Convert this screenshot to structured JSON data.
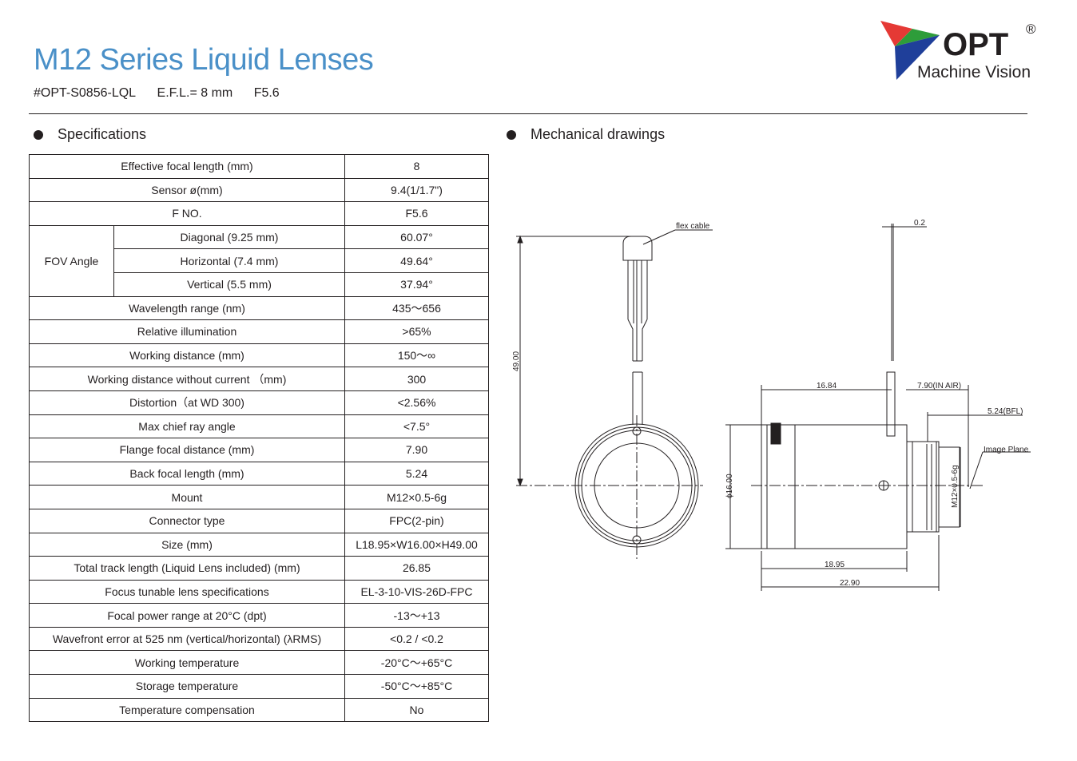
{
  "header": {
    "title": "M12 Series Liquid Lenses",
    "model": "#OPT-S0856-LQL",
    "efl": "E.F.L.= 8  mm",
    "fnum": "F5.6"
  },
  "logo": {
    "brand": "OPT",
    "registered": "®",
    "tagline": "Machine Vision",
    "colors": {
      "red": "#e53935",
      "green": "#2e9d3a",
      "blue": "#1f3f9a",
      "text": "#231f20"
    }
  },
  "sections": {
    "specs": "Specifications",
    "drawings": "Mechanical drawings"
  },
  "specs": {
    "fov_label": "FOV Angle",
    "rows_top": [
      {
        "label": "Effective focal length (mm)",
        "value": "8"
      },
      {
        "label": "Sensor ø(mm)",
        "value": "9.4(1/1.7\")"
      },
      {
        "label": "F NO.",
        "value": "F5.6"
      }
    ],
    "fov": [
      {
        "label": "Diagonal (9.25 mm)",
        "value": "60.07°"
      },
      {
        "label": "Horizontal (7.4 mm)",
        "value": "49.64°"
      },
      {
        "label": "Vertical (5.5 mm)",
        "value": "37.94°"
      }
    ],
    "rows_bottom": [
      {
        "label": "Wavelength range (nm)",
        "value": "435～656"
      },
      {
        "label": "Relative illumination",
        "value": ">65%"
      },
      {
        "label": "Working distance (mm)",
        "value": "150～∞"
      },
      {
        "label": "Working distance without current （mm)",
        "value": "300"
      },
      {
        "label": "Distortion（at WD 300)",
        "value": "<2.56%"
      },
      {
        "label": "Max chief ray angle",
        "value": "<7.5°"
      },
      {
        "label": "Flange focal distance (mm)",
        "value": "7.90"
      },
      {
        "label": "Back focal length (mm)",
        "value": "5.24"
      },
      {
        "label": "Mount",
        "value": "M12×0.5-6g"
      },
      {
        "label": "Connector type",
        "value": "FPC(2-pin)"
      },
      {
        "label": "Size (mm)",
        "value": "L18.95×W16.00×H49.00"
      },
      {
        "label": "Total track length (Liquid Lens included) (mm)",
        "value": "26.85"
      },
      {
        "label": "Focus tunable lens specifications",
        "value": "EL-3-10-VIS-26D-FPC"
      },
      {
        "label": "Focal power range at 20°C (dpt)",
        "value": "-13～+13"
      },
      {
        "label": "Wavefront error at 525 nm (vertical/horizontal) (λRMS)",
        "value": "<0.2 / <0.2"
      },
      {
        "label": "Working temperature",
        "value": "-20°C～+65°C"
      },
      {
        "label": "Storage temperature",
        "value": "-50°C～+85°C"
      },
      {
        "label": "Temperature compensation",
        "value": "No"
      }
    ]
  },
  "drawing": {
    "flex_cable": "flex cable",
    "height": "49.00",
    "thickness": "0.2",
    "len_1684": "16.84",
    "fl_air": "7.90(IN AIR)",
    "bfl": "5.24(BFL)",
    "image_plane": "Image Plane",
    "diameter": "ϕ16.00",
    "mount": "M12×0.5-6g",
    "len_1895": "18.95",
    "len_2290": "22.90"
  }
}
